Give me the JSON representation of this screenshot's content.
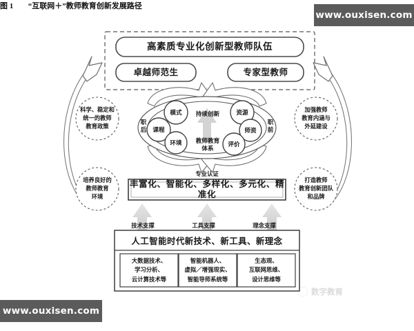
{
  "figure": {
    "caption_number": "图 1",
    "caption_text": "“互联网＋”教师教育创新发展路径"
  },
  "top_group": {
    "headline_box": "高素质专业化创新型教师队伍",
    "left_box": "卓越师范生",
    "right_box": "专家型教师"
  },
  "bubbles": {
    "top_left": "科学、稳定和\n统一的教师\n教育政策",
    "bottom_left": "培养良好的\n教师教育\n环境",
    "top_right": "加强教师\n教育内涵与\n外延建设",
    "bottom_right": "打造教师\n教育创新团队\n和品牌"
  },
  "oval": {
    "side_left": "职后",
    "side_right": "职前",
    "center_top": "持续创新",
    "center_bottom": "教师教育\n体系",
    "nodes": [
      {
        "key": "moshi",
        "label": "模式"
      },
      {
        "key": "kecheng",
        "label": "课程"
      },
      {
        "key": "huanjing",
        "label": "环境"
      },
      {
        "key": "ziyuan",
        "label": "资源"
      },
      {
        "key": "shizi",
        "label": "师资"
      },
      {
        "key": "pingjia",
        "label": "评价"
      }
    ]
  },
  "middle": {
    "certification_label": "专业认证",
    "bar_text": "丰富化、智能化、多样化、多元化、精准化"
  },
  "supports": [
    {
      "key": "tech",
      "label": "技术支撑"
    },
    {
      "key": "tool",
      "label": "工具支撑"
    },
    {
      "key": "idea",
      "label": "理念支撑"
    }
  ],
  "bottom": {
    "band_title": "人工智能时代新技术、新工具、新理念",
    "cells": [
      {
        "key": "tech",
        "text": "大数据技术、\n学习分析、\n云计算技术等"
      },
      {
        "key": "tool",
        "text": "智能机器人、\n虚拟／增强现实、\n智能导师系统等"
      },
      {
        "key": "idea",
        "text": "生态观、\n互联网思维、\n设计思维等"
      }
    ]
  },
  "watermarks": {
    "top_right": "www.ouxisen.com",
    "bottom_left": "www.ouxisen.com",
    "soft_brand": "数字教育"
  },
  "colors": {
    "ink": "#1a1a1a",
    "stroke": "#6b6b6b",
    "arrow_fill": "#cfcfcf",
    "watermark_bg": "#5b5b5b"
  }
}
